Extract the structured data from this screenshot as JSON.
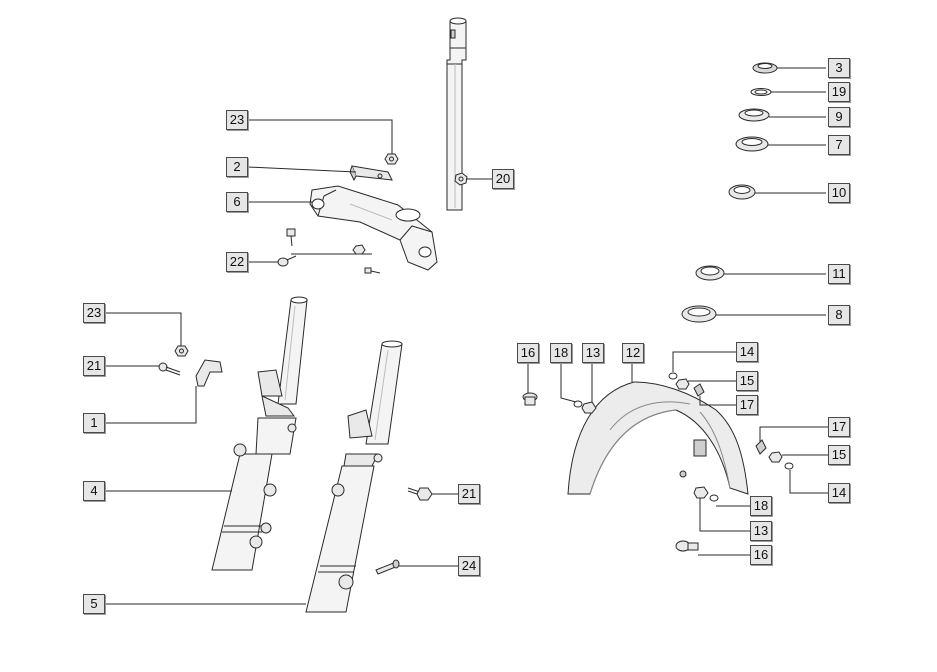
{
  "colors": {
    "line": "#2a2a2a",
    "callout_fill": "#e6e6e6",
    "callout_border": "#4a4a4a",
    "part_fill": "#f4f4f4",
    "part_shade": "#cfcfcf"
  },
  "callouts": [
    {
      "id": "c23a",
      "label": "23"
    },
    {
      "id": "c2",
      "label": "2"
    },
    {
      "id": "c6",
      "label": "6"
    },
    {
      "id": "c22",
      "label": "22"
    },
    {
      "id": "c20",
      "label": "20"
    },
    {
      "id": "c3",
      "label": "3"
    },
    {
      "id": "c19",
      "label": "19"
    },
    {
      "id": "c9",
      "label": "9"
    },
    {
      "id": "c7",
      "label": "7"
    },
    {
      "id": "c10",
      "label": "10"
    },
    {
      "id": "c11",
      "label": "11"
    },
    {
      "id": "c8",
      "label": "8"
    },
    {
      "id": "c23b",
      "label": "23"
    },
    {
      "id": "c21a",
      "label": "21"
    },
    {
      "id": "c1",
      "label": "1"
    },
    {
      "id": "c4",
      "label": "4"
    },
    {
      "id": "c5",
      "label": "5"
    },
    {
      "id": "c21b",
      "label": "21"
    },
    {
      "id": "c24",
      "label": "24"
    },
    {
      "id": "c16a",
      "label": "16"
    },
    {
      "id": "c18a",
      "label": "18"
    },
    {
      "id": "c13a",
      "label": "13"
    },
    {
      "id": "c12",
      "label": "12"
    },
    {
      "id": "c14a",
      "label": "14"
    },
    {
      "id": "c15a",
      "label": "15"
    },
    {
      "id": "c17a",
      "label": "17"
    },
    {
      "id": "c17b",
      "label": "17"
    },
    {
      "id": "c15b",
      "label": "15"
    },
    {
      "id": "c14b",
      "label": "14"
    },
    {
      "id": "c18b",
      "label": "18"
    },
    {
      "id": "c13b",
      "label": "13"
    },
    {
      "id": "c16b",
      "label": "16"
    }
  ]
}
